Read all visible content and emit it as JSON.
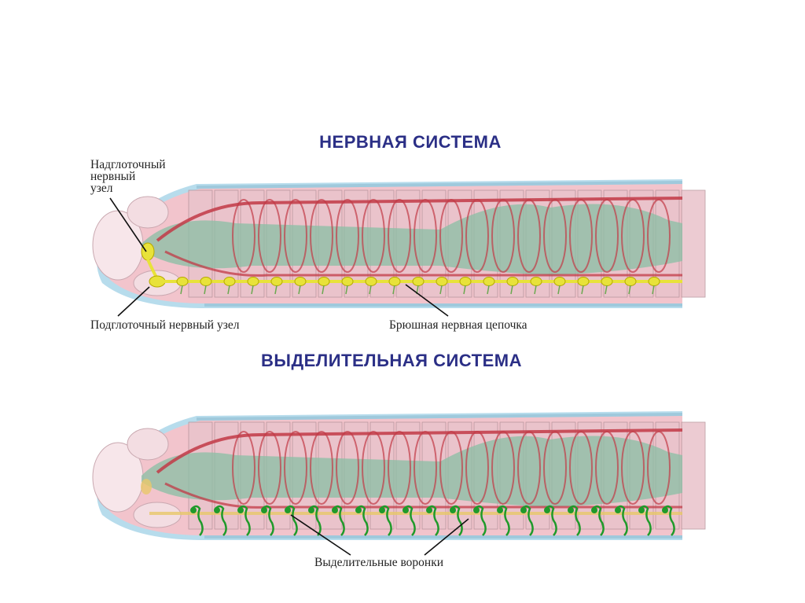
{
  "sections": {
    "nervous": {
      "title": "НЕРВНАЯ СИСТЕМА",
      "labels": {
        "supra": "Надглоточный\nнервный\nузел",
        "sub": "Подглоточный нервный узел",
        "chain": "Брюшная нервная цепочка"
      }
    },
    "excretory": {
      "title": "ВЫДЕЛИТЕЛЬНАЯ СИСТЕМА",
      "labels": {
        "funnels": "Выделительные воронки"
      }
    }
  },
  "colors": {
    "title": "#2b2f86",
    "body": "#f2c4cc",
    "vessel": "#c23a46",
    "gut": "#8ebfa6",
    "nerve": "#e8e23a",
    "nephridia": "#1f9a2a",
    "skin_blue": "#9fd0e6"
  }
}
